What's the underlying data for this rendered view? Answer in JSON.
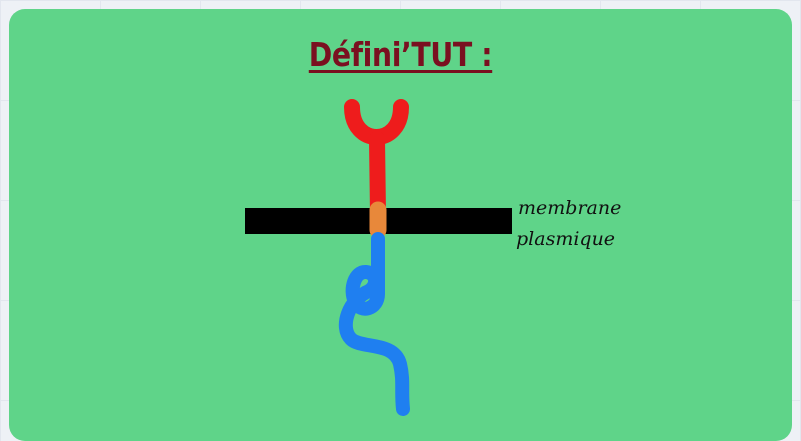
{
  "card": {
    "title": "Défini’TUT :"
  },
  "diagram": {
    "membrane_label_line1": "membrane",
    "membrane_label_line2": "plasmique",
    "colors": {
      "background": "#5fd489",
      "title": "#7a1020",
      "extracellular_domain": "#ee1c1c",
      "transmembrane_domain": "#e8883a",
      "intracellular_domain": "#1f7ff0",
      "membrane": "#000000"
    }
  }
}
